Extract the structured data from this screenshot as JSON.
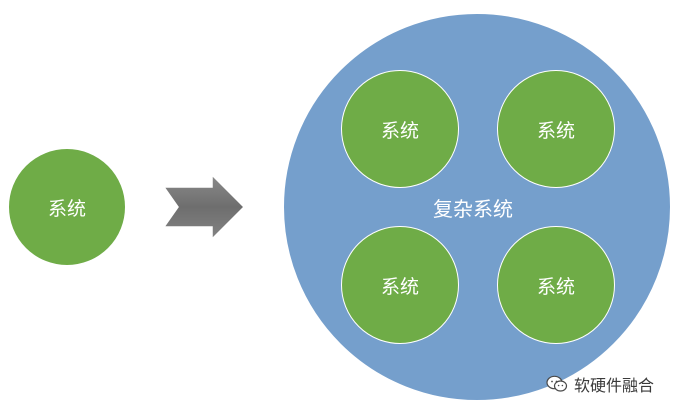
{
  "diagram": {
    "simple_system": {
      "label": "系统"
    },
    "complex_system": {
      "label": "复杂系统",
      "subsystems": [
        {
          "label": "系统"
        },
        {
          "label": "系统"
        },
        {
          "label": "系统"
        },
        {
          "label": "系统"
        }
      ]
    },
    "transition_arrow": {
      "icon": "chevron-arrow-right-icon"
    }
  },
  "colors": {
    "system_green": "#6fac47",
    "complex_blue": "#759fcc",
    "arrow_gray": "#767676"
  },
  "watermark": {
    "icon": "wechat-icon",
    "text": "软硬件融合"
  }
}
